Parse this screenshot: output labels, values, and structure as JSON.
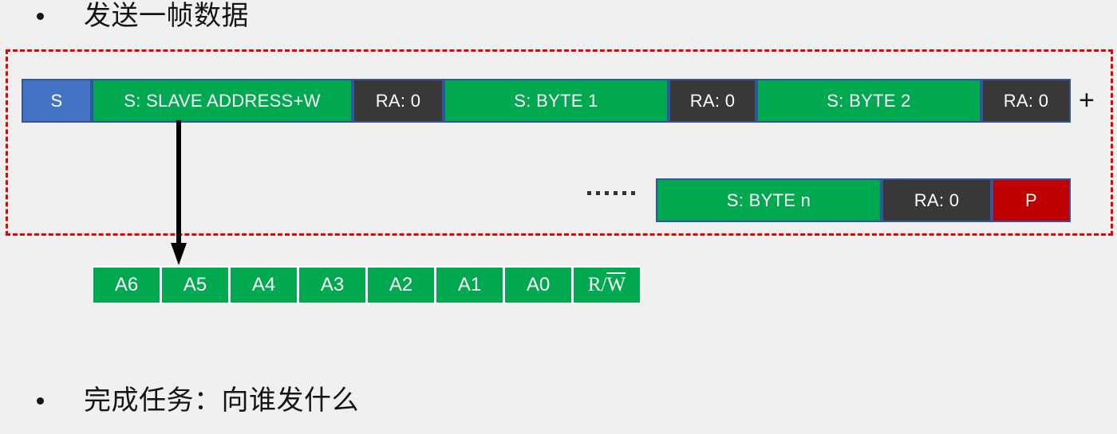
{
  "slide": {
    "background_color": "#f0f0f0",
    "bullets": {
      "top": "发送一帧数据",
      "bottom": "完成任务：向谁发什么"
    }
  },
  "colors": {
    "green": "#00a94f",
    "blue": "#4472c4",
    "dark": "#383838",
    "red": "#c00000",
    "border_blue": "#31569b",
    "dashed_red": "#ee0000"
  },
  "frame_diagram": {
    "highlight_border": "dashed-red",
    "row1": [
      {
        "label": "S",
        "kind": "blue"
      },
      {
        "label": "S:  SLAVE ADDRESS+W",
        "kind": "green"
      },
      {
        "label": "RA:  0",
        "kind": "dark"
      },
      {
        "label": "S:  BYTE 1",
        "kind": "green"
      },
      {
        "label": "RA:  0",
        "kind": "dark"
      },
      {
        "label": "S:  BYTE 2",
        "kind": "green"
      },
      {
        "label": "RA:  0",
        "kind": "dark"
      }
    ],
    "continuation_symbol": "+",
    "ellipsis": "......",
    "row2": [
      {
        "label": "S:  BYTE n",
        "kind": "green"
      },
      {
        "label": "RA:  0",
        "kind": "dark"
      },
      {
        "label": "P",
        "kind": "red"
      }
    ]
  },
  "address_bits": {
    "cells": [
      "A6",
      "A5",
      "A4",
      "A3",
      "A2",
      "A1",
      "A0"
    ],
    "rw_prefix": "R/",
    "rw_overline": "W"
  }
}
